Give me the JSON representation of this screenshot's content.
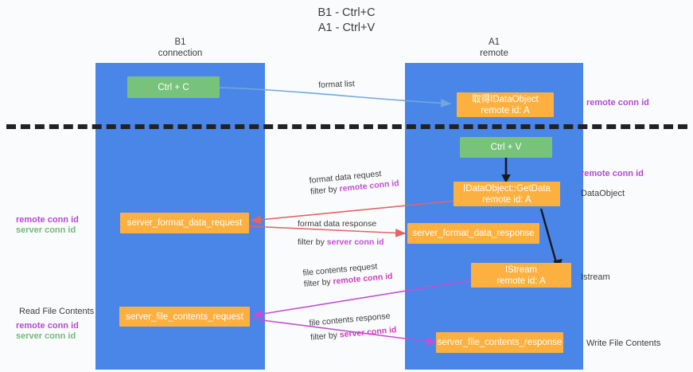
{
  "diagram": {
    "title": "B1 - Ctrl+C\nA1 - Ctrl+V",
    "columns": [
      {
        "id": "b1",
        "heading": "B1\nconnection"
      },
      {
        "id": "a1",
        "heading": "A1\nremote"
      }
    ],
    "boxes": [
      {
        "id": "ctrl-c",
        "label": "Ctrl + C",
        "color": "#77c37c",
        "column": "b1"
      },
      {
        "id": "get-idataobject",
        "label": "取得IDataObject\nremote id: A",
        "color": "#fbb040",
        "column": "a1"
      },
      {
        "id": "ctrl-v",
        "label": "Ctrl + V",
        "color": "#77c37c",
        "column": "a1"
      },
      {
        "id": "idataobject-getdata",
        "label": "IDataObject::GetData\nremote id: A",
        "color": "#fbb040",
        "column": "a1"
      },
      {
        "id": "server-format-data-request",
        "label": "server_format_data_request",
        "color": "#fbb040",
        "column": "b1"
      },
      {
        "id": "server-format-data-response",
        "label": "server_format_data_response",
        "color": "#fbb040",
        "column": "a1"
      },
      {
        "id": "istream",
        "label": "IStream\nremote id: A",
        "color": "#fbb040",
        "column": "a1"
      },
      {
        "id": "server-file-contents-request",
        "label": "server_file_contents_request",
        "color": "#fbb040",
        "column": "b1"
      },
      {
        "id": "server-file-contents-response",
        "label": "server_file_contents_response",
        "color": "#fbb040",
        "column": "a1"
      }
    ],
    "edges": [
      {
        "id": "format-list",
        "line1": "format list",
        "line2": "",
        "filter_label": "",
        "filter_value": "",
        "color": "#6fa8dc"
      },
      {
        "id": "format-data-request",
        "line1": "format data request",
        "filter_label": "filter by ",
        "filter_value": "remote conn id",
        "color": "#e06666"
      },
      {
        "id": "format-data-response",
        "line1": "format data response",
        "filter_label": "filter by ",
        "filter_value": "server conn id",
        "color": "#e06666"
      },
      {
        "id": "file-contents-request",
        "line1": "file contents request",
        "filter_label": "filter by ",
        "filter_value": "remote conn id",
        "color": "#c24fd6"
      },
      {
        "id": "file-contents-response",
        "line1": "file contents response",
        "filter_label": "filter by ",
        "filter_value": "server conn id",
        "color": "#c24fd6"
      }
    ],
    "right_annotations": [
      {
        "id": "remote-conn-id-top",
        "text": "remote conn id",
        "style": "purple"
      },
      {
        "id": "remote-conn-id-mid",
        "text": "remote conn id",
        "style": "purple"
      },
      {
        "id": "dataobject",
        "text": "DataObject",
        "style": "plain"
      },
      {
        "id": "istream-label",
        "text": "Istream",
        "style": "plain"
      },
      {
        "id": "write-file-contents",
        "text": "Write File Contents",
        "style": "plain"
      }
    ],
    "left_annotations": [
      {
        "id": "left-remote-conn-id",
        "text": "remote conn id",
        "style": "purple"
      },
      {
        "id": "left-server-conn-id",
        "text": "server conn id",
        "style": "green"
      },
      {
        "id": "read-file-contents",
        "text": "Read File Contents",
        "style": "plain"
      },
      {
        "id": "left-remote-conn-id-2",
        "text": "remote conn id",
        "style": "purple"
      },
      {
        "id": "left-server-conn-id-2",
        "text": "server conn id",
        "style": "green"
      }
    ],
    "colors": {
      "lane": "#4a86e8",
      "green_box": "#77c37c",
      "orange_box": "#fbb040",
      "purple_text": "#b44ad0",
      "green_text": "#74b97a",
      "red_arrow": "#e06666",
      "blue_arrow": "#6fa8dc",
      "magenta_arrow": "#c24fd6",
      "separator": "#222222"
    }
  }
}
